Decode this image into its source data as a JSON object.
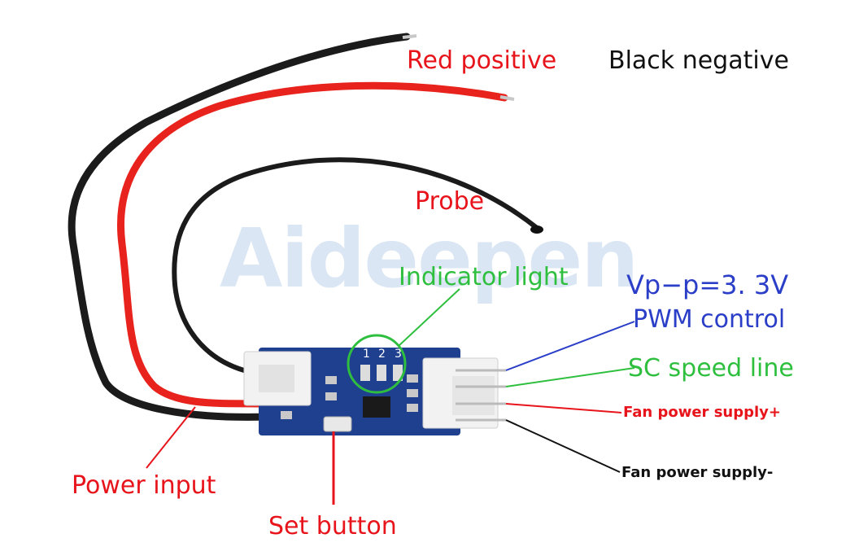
{
  "watermark": {
    "text": "Aideepen"
  },
  "labels": {
    "red_positive": "Red positive",
    "black_negative": "Black negative",
    "probe": "Probe",
    "indicator_light": "Indicator light",
    "vpp": "Vp−p=3. 3V",
    "pwm_control": "PWM control",
    "sc_speed_line": "SC speed line",
    "fan_power_plus": "Fan power supply+",
    "fan_power_minus": "Fan power supply-",
    "power_input": "Power input",
    "set_button": "Set button"
  },
  "board": {
    "led_numbers": [
      "1",
      "2",
      "3"
    ]
  },
  "colors": {
    "red_wire": "#e8221c",
    "black_wire": "#1b1b1b",
    "pcb": "#1f3f8f",
    "connector": "#f2f2f2",
    "leader_green": "#2fbf3f",
    "leader_blue": "#2a3ec8",
    "leader_red": "#e8141b"
  }
}
